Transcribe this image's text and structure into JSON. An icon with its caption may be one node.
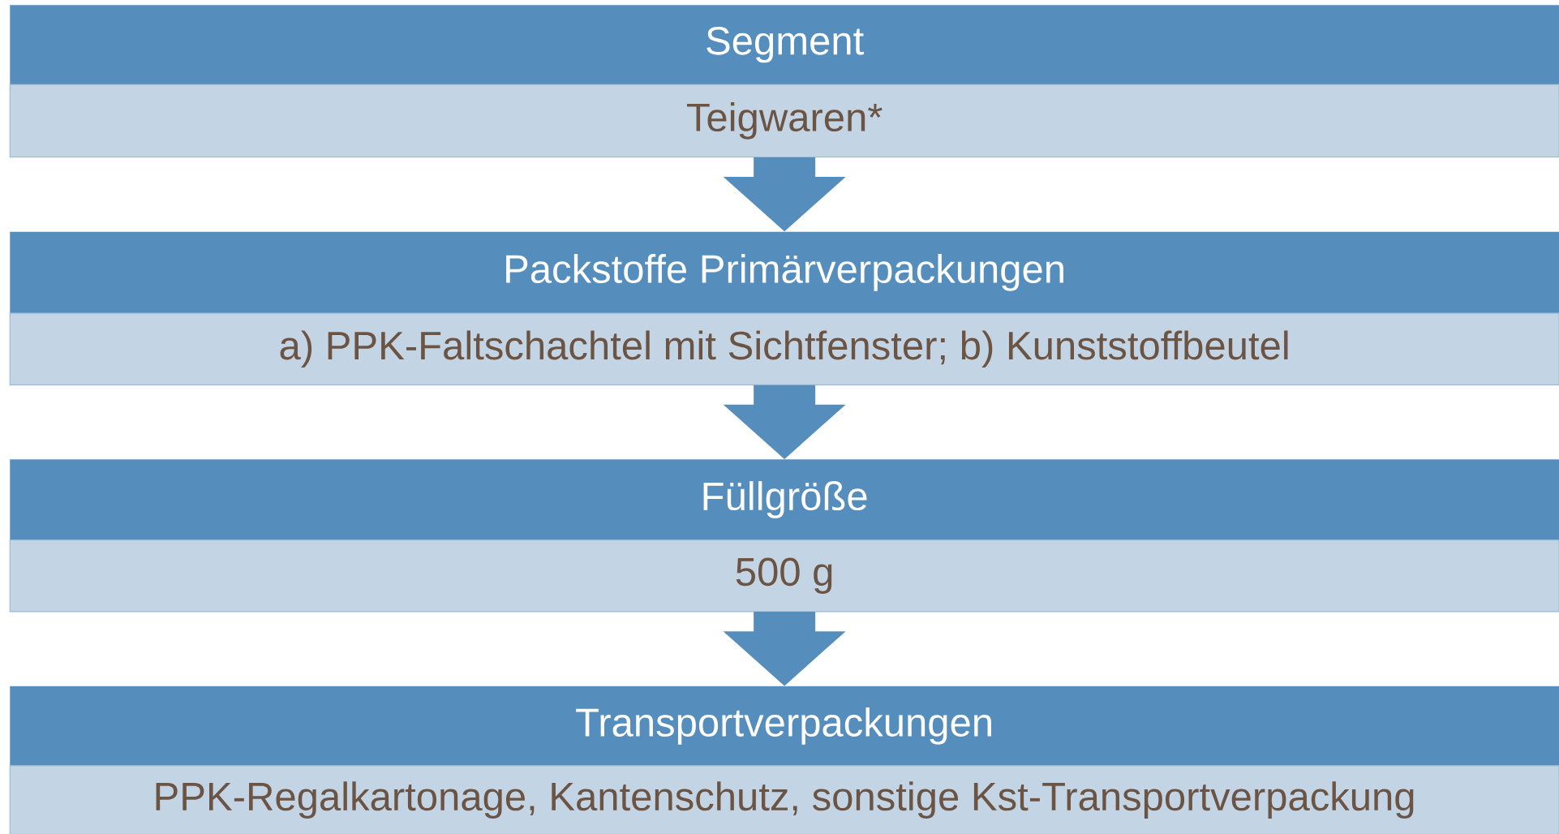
{
  "diagram": {
    "nodes": [
      {
        "text": [
          "Segment",
          "Teigwaren*"
        ]
      },
      {
        "text": [
          "Packstoffe Primärverpackungen",
          "a) PPK-Faltschachtel mit Sichtfenster; b) Kunststoffbeutel"
        ]
      },
      {
        "text": [
          "Füllgröße",
          "500 g"
        ]
      },
      {
        "text": [
          "Transportverpackungen",
          "PPK-Regalkartonage, Kantenschutz, sonstige Kst-Transportverpackung"
        ]
      }
    ],
    "edges": [
      {
        "from": 0,
        "to": 1,
        "arrow": "to"
      },
      {
        "from": 1,
        "to": 2,
        "arrow": "to"
      },
      {
        "from": 2,
        "to": 3,
        "arrow": "to"
      }
    ]
  }
}
